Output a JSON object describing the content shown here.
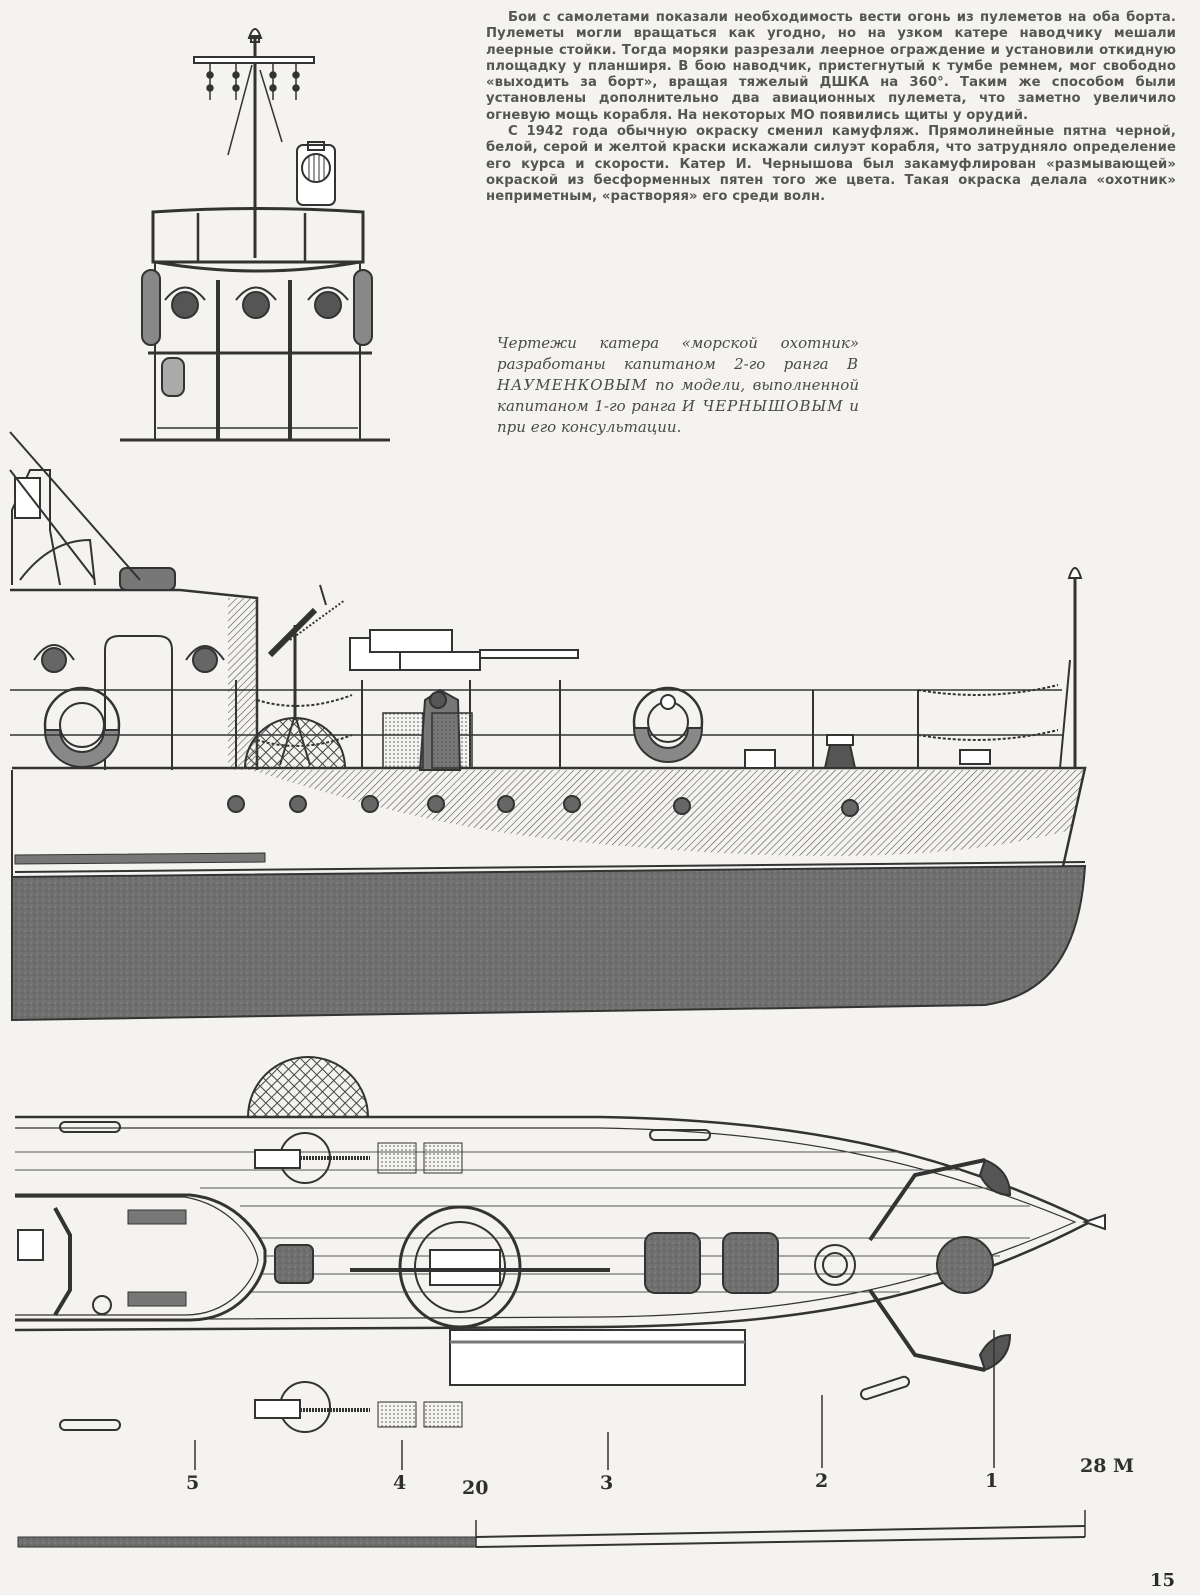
{
  "article": {
    "paragraphs": [
      "Бои с самолетами показали необходимость вести огонь из пулеметов на оба борта. Пулеметы могли вращаться как угодно, но на узком катере наводчику мешали леерные стойки. Тогда моряки разрезали леерное ограждение и установили откидную площадку у планширя. В бою наводчик, пристегнутый к тумбе ремнем, мог свободно «выходить за борт», вращая тяжелый ДШКА на 360°. Таким же способом были установлены дополнительно два авиационных пулемета, что заметно увеличило огневую мощь корабля. На некоторых МО появились щиты у орудий.",
      "С 1942 года обычную окраску сменил камуфляж. Прямолинейные пятна черной, белой, серой и желтой краски искажали силуэт корабля, что затрудняло определение его курса и скорости. Катер И. Чернышова был закамуфлирован «размывающей» окраской из бесформенных пятен того же цвета. Такая окраска делала «охотник» неприметным, «растворяя» его среди волн."
    ]
  },
  "credits": {
    "text_before_1": "Чертежи катера «морской охотник» разработаны капитаном 2-го ранга",
    "name_1": "В НАУМЕНКОВЫМ",
    "text_middle": "по модели, выполненной капитаном 1-го ранга",
    "name_2": "И ЧЕРНЫШОВЫМ",
    "text_after": "и при его консультации."
  },
  "drawings": {
    "front_view": "front-elevation",
    "side_view": "side-profile",
    "plan_view": "deck-plan"
  },
  "callouts": [
    "1",
    "2",
    "3",
    "4",
    "5"
  ],
  "scale_bar": {
    "mid_label": "20",
    "end_label": "28 М"
  },
  "page_number": "15",
  "colors": {
    "paper": "#f4f3ef",
    "ink": "#3a3a3a",
    "hull_dark": "#6e6e6e",
    "text_gray": "#555555"
  }
}
